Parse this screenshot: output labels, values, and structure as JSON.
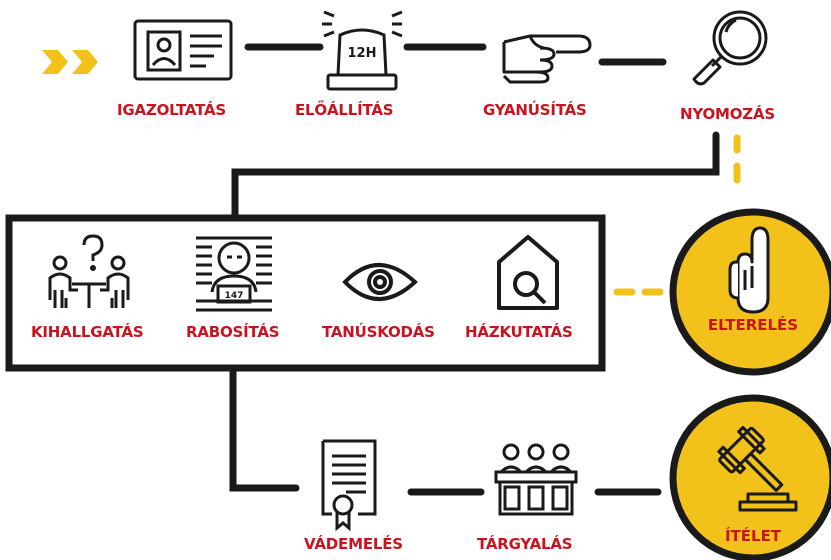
{
  "colors": {
    "accent": "#f2c21b",
    "label": "#c8141e",
    "line": "#1a1a1a"
  },
  "steps": {
    "igazoltatas": "IGAZOLTATÁS",
    "eloallitas": "ELŐÁLLÍTÁS",
    "eloallitas_badge": "12H",
    "gyanusitas": "GYANÚSÍTÁS",
    "nyomozas": "NYOMOZÁS",
    "kihallgatas": "KIHALLGATÁS",
    "rabositas": "RABOSÍTÁS",
    "rabositas_number": "147",
    "tanuskodas": "TANÚSKODÁS",
    "hazkutatas": "HÁZKUTATÁS",
    "vademeles": "VÁDEMELÉS",
    "targyalas": "TÁRGYALÁS",
    "elterelés": "ELTERELÉS",
    "itelet": "ÍTÉLET"
  },
  "icons": [
    "double-chevron-icon",
    "id-card-icon",
    "siren-icon",
    "pointing-hand-icon",
    "magnifier-icon",
    "interrogation-icon",
    "mugshot-icon",
    "eye-icon",
    "house-search-icon",
    "document-seal-icon",
    "jury-icon",
    "raised-hand-icon",
    "gavel-icon"
  ]
}
